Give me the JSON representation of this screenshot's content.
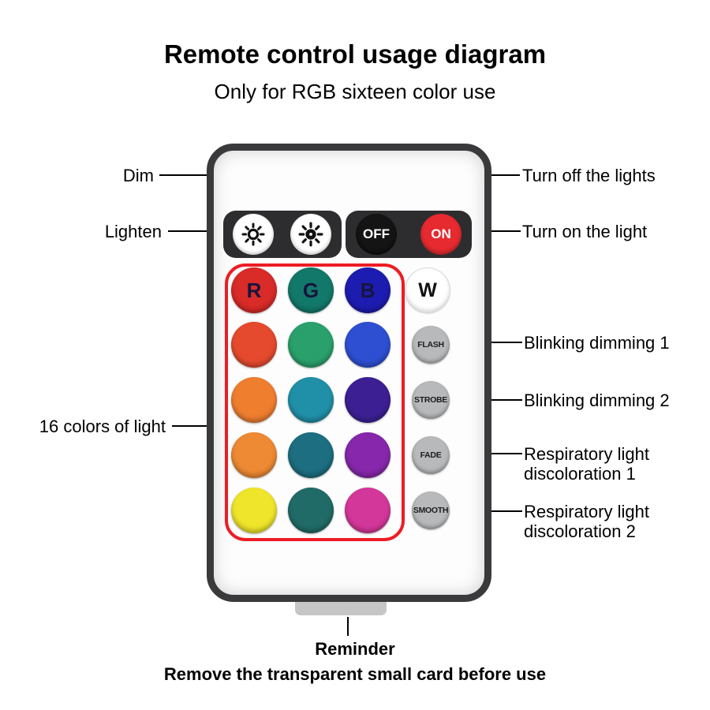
{
  "title": "Remote control usage diagram",
  "subtitle": "Only for RGB sixteen color use",
  "callouts": {
    "dim": "Dim",
    "lighten": "Lighten",
    "turn_off": "Turn off the lights",
    "turn_on": "Turn on the light",
    "blink1": "Blinking dimming 1",
    "blink2": "Blinking dimming 2",
    "resp1_line1": "Respiratory light",
    "resp1_line2": "discoloration 1",
    "resp2_line1": "Respiratory light",
    "resp2_line2": "discoloration 2",
    "sixteen_colors": "16 colors of light"
  },
  "remote": {
    "off_label": "OFF",
    "on_label": "ON",
    "off_color": "#141414",
    "on_color": "#e62a2f",
    "outline_color": "#ed1c24",
    "mode_button_color": "#b7b9bb",
    "w_label": "W",
    "mode_buttons": [
      "FLASH",
      "STROBE",
      "FADE",
      "SMOOTH"
    ],
    "grid": {
      "letters": [
        "R",
        "G",
        "B"
      ],
      "rows": [
        [
          "#d92b27",
          "#12796a",
          "#1d1cb0"
        ],
        [
          "#e64a2e",
          "#2aa06c",
          "#2e4fd2"
        ],
        [
          "#ef7e2f",
          "#2090a8",
          "#3c2093"
        ],
        [
          "#ee8a33",
          "#1c6e80",
          "#8727ab"
        ],
        [
          "#efe52a",
          "#206b67",
          "#d4379a"
        ]
      ]
    }
  },
  "reminder": {
    "title": "Reminder",
    "text": "Remove the transparent small card before use"
  }
}
